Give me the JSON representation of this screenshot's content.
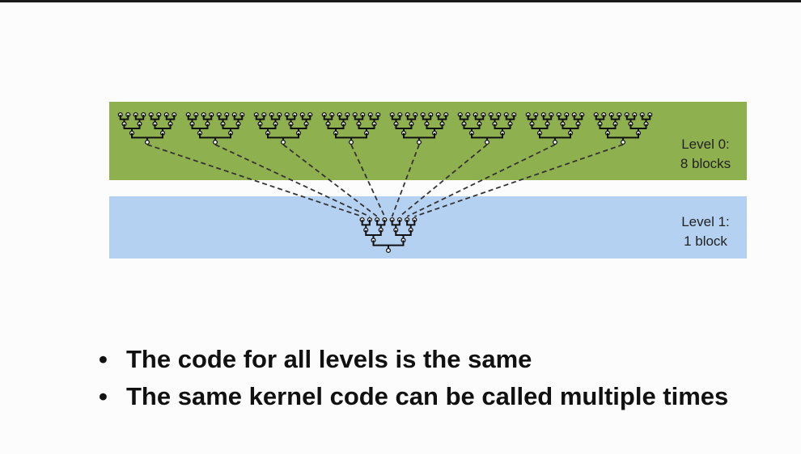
{
  "diagram": {
    "level0": {
      "line1": "Level 0:",
      "line2": "8 blocks",
      "color": "#8fb04f",
      "block_count": 8
    },
    "level1": {
      "line1": "Level 1:",
      "line2": "1 block",
      "color": "#b5d1f1",
      "block_count": 1
    }
  },
  "bullets": [
    {
      "marker": "•",
      "text": "The code for all levels is the same"
    },
    {
      "marker": "•",
      "text": "The same kernel code can be called multiple times"
    }
  ]
}
